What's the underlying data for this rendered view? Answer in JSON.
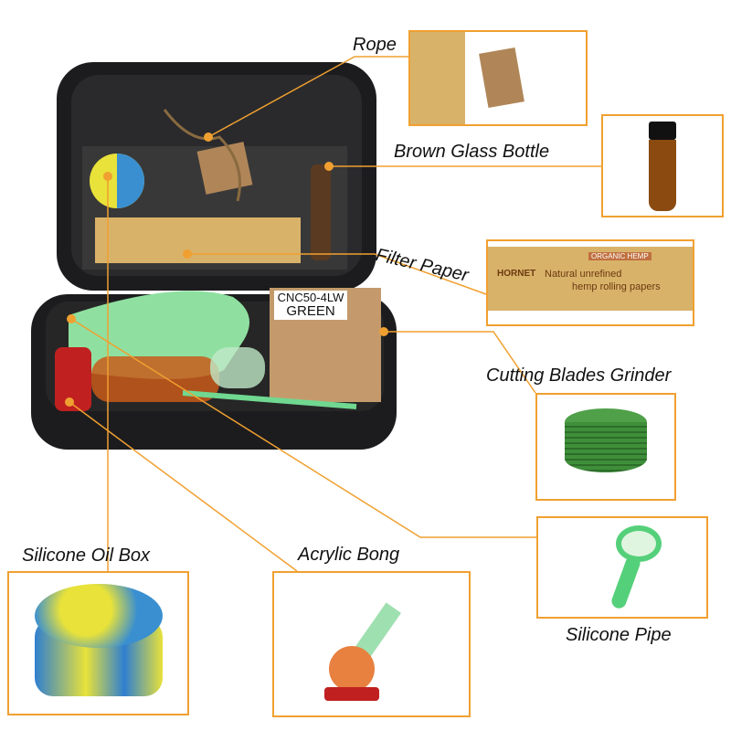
{
  "labels": {
    "rope": "Rope",
    "bottle": "Brown Glass Bottle",
    "filter_paper": "Filter Paper",
    "grinder": "Cutting Blades Grinder",
    "pipe": "Silicone Pipe",
    "bong": "Acrylic Bong",
    "oil_box": "Silicone Oil Box"
  },
  "product_box_text": {
    "line1": "CNC50-4LW",
    "line2": "GREEN"
  },
  "paper_text": {
    "brand": "HORNET",
    "line1": "Natural unrefined",
    "line2": "hemp rolling papers",
    "tag": "ORGANIC HEMP"
  },
  "colors": {
    "accent": "#f0a030",
    "case": "#1c1c1e",
    "grinder": "#3f8f3a",
    "pipe": "#55d07a",
    "bottle": "#8a4a10"
  }
}
